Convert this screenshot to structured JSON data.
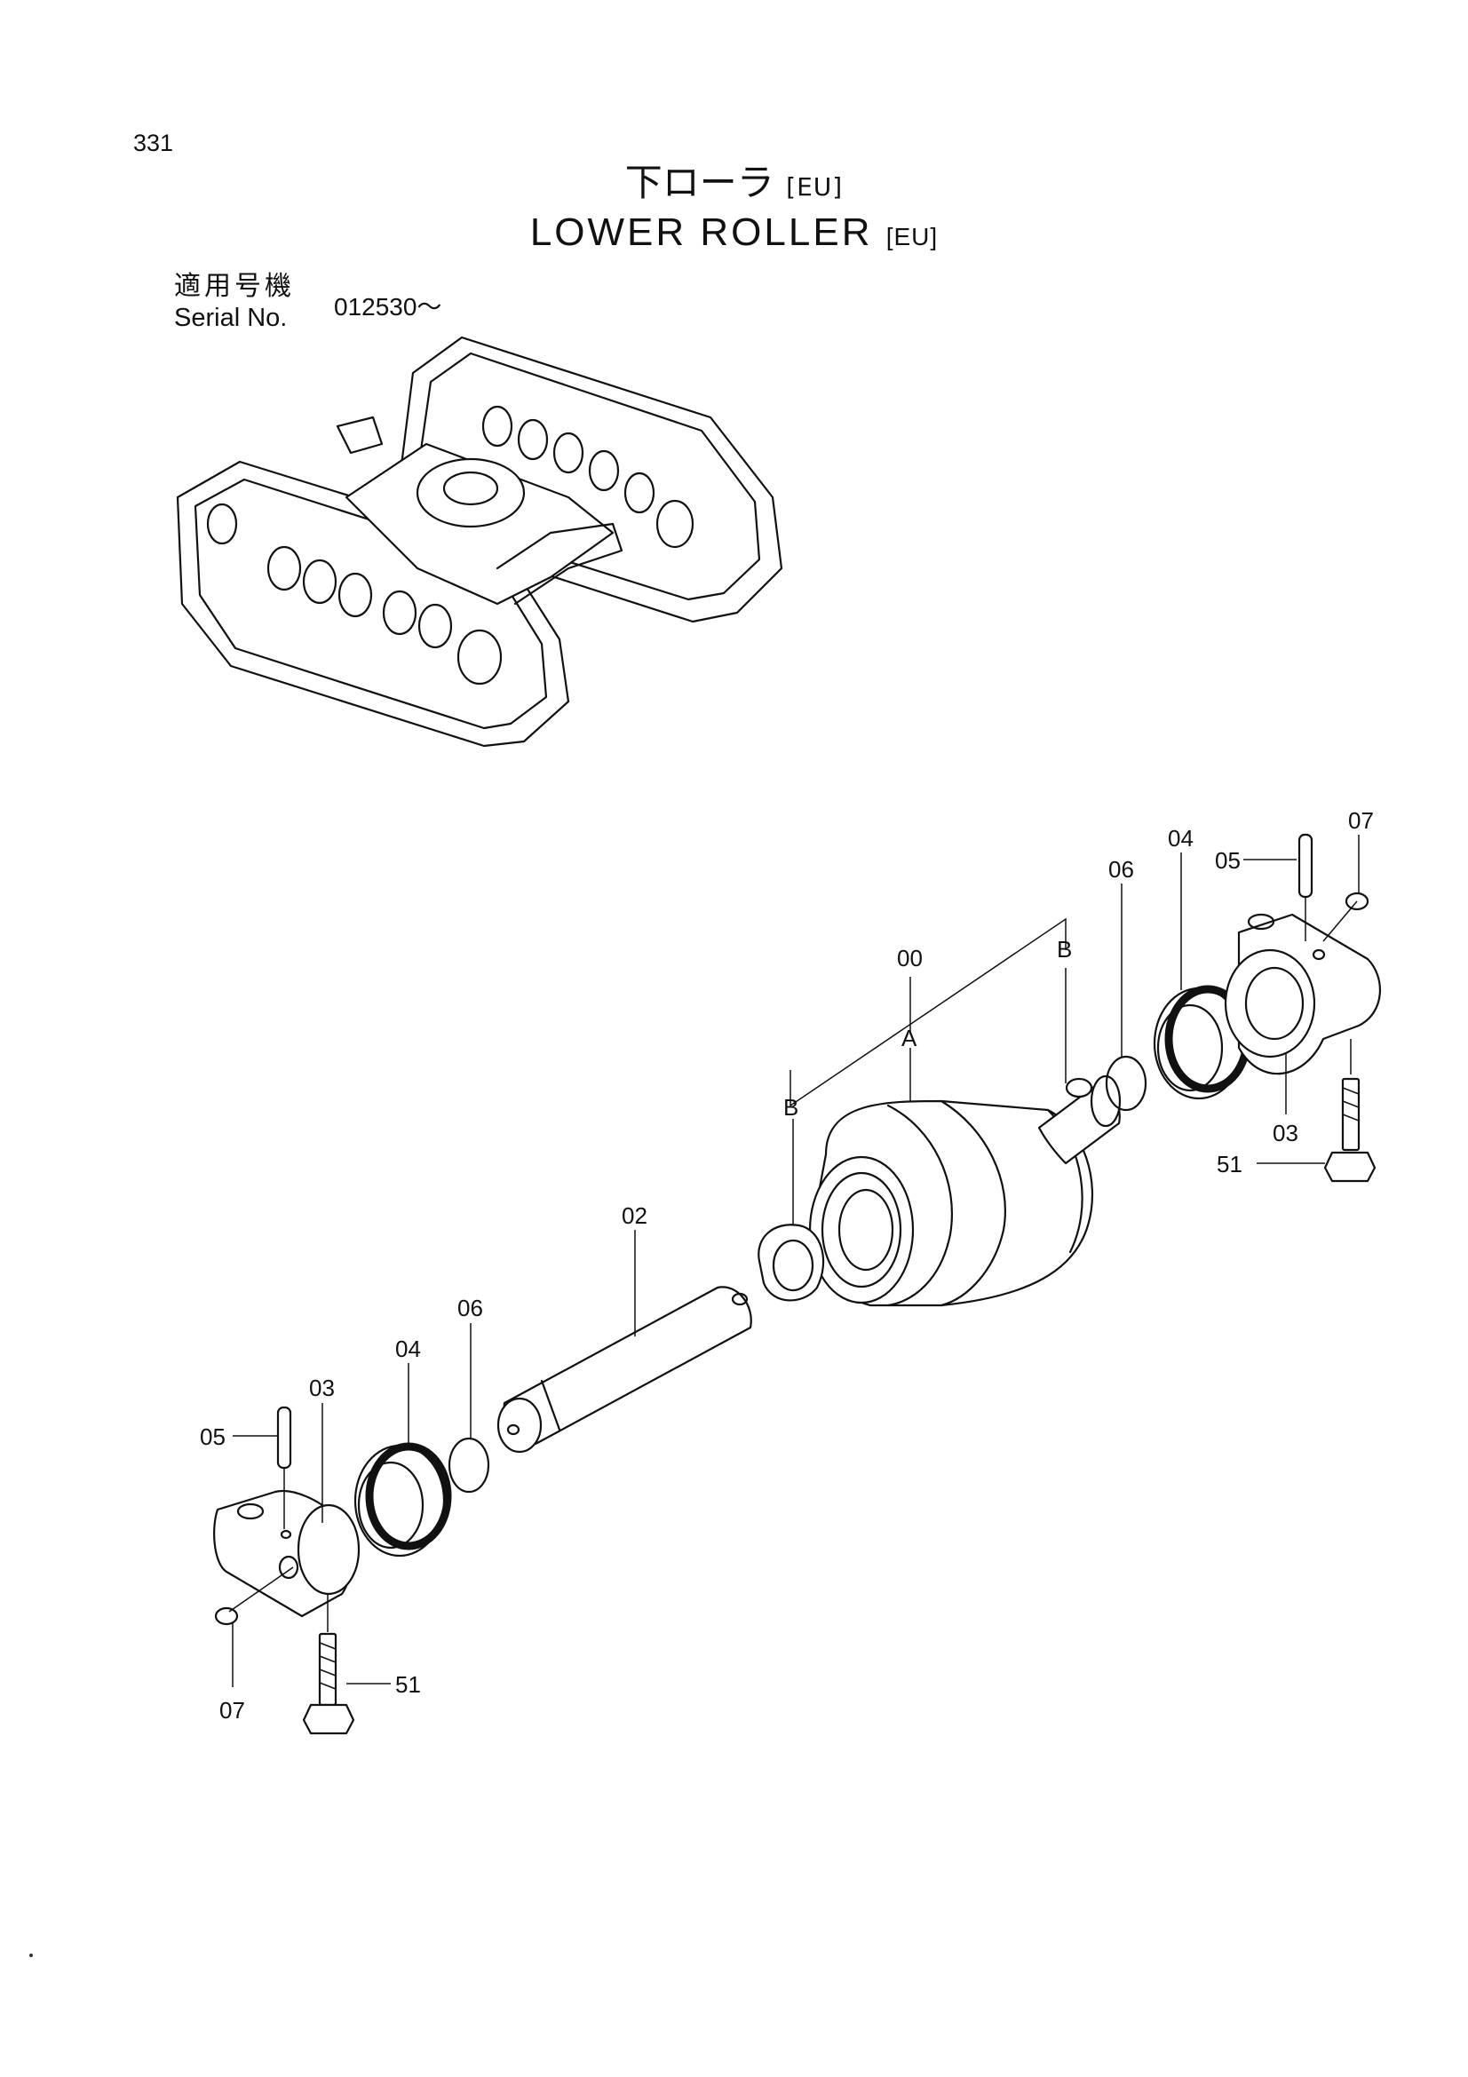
{
  "header": {
    "page_number": "331",
    "title_jp": "下ローラ",
    "title_jp_tag": "[EU]",
    "title_en": "LOWER  ROLLER",
    "title_en_tag": "[EU]"
  },
  "serial": {
    "label_jp": "適用号機",
    "label_en": "Serial No.",
    "value": "012530～"
  },
  "callouts": {
    "c00": "00",
    "cA": "A",
    "cB_right": "B",
    "cB_left": "B",
    "c02": "02",
    "c03_right": "03",
    "c04_right": "04",
    "c05_right": "05",
    "c06_right": "06",
    "c07_right": "07",
    "c51_right": "51",
    "c03_left": "03",
    "c04_left": "04",
    "c05_left": "05",
    "c06_left": "06",
    "c07_left": "07",
    "c51_left": "51"
  }
}
